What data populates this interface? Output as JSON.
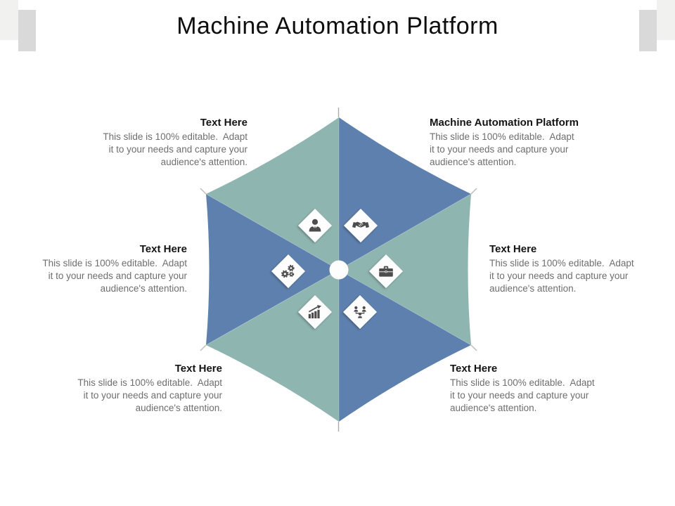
{
  "slide": {
    "title": "Machine Automation Platform"
  },
  "colors": {
    "teal": "#8FB5B1",
    "blue": "#5E80AE",
    "icon": "#4D4D4D",
    "diamond": "#FDFDFD",
    "hub": "#FDFDFD",
    "deco_light": "#F1F1EF",
    "deco_gray": "#D9D9D9",
    "hairline": "#ABABAB",
    "title_text": "#141414",
    "body_text": "#6E6E6E"
  },
  "icons": [
    {
      "name": "user-icon"
    },
    {
      "name": "handshake-icon"
    },
    {
      "name": "gears-icon"
    },
    {
      "name": "briefcase-icon"
    },
    {
      "name": "growth-chart-icon"
    },
    {
      "name": "team-icon"
    }
  ],
  "blocks": [
    {
      "position": "top-left",
      "title": "Text Here",
      "lines": [
        "This slide is 100% editable.  Adapt",
        "it to your needs and capture your",
        "audience's attention."
      ]
    },
    {
      "position": "top-right",
      "title": "Machine Automation Platform",
      "lines": [
        "This slide is 100% editable.  Adapt",
        "it to your needs and capture your",
        "audience's attention."
      ]
    },
    {
      "position": "middle-left",
      "title": "Text Here",
      "lines": [
        "This slide is 100% editable.  Adapt",
        "it to your needs and capture your",
        "audience's attention."
      ]
    },
    {
      "position": "middle-right",
      "title": "Text Here",
      "lines": [
        "This slide is 100% editable.  Adapt",
        "it to your needs and capture your",
        "audience's attention."
      ]
    },
    {
      "position": "bottom-left",
      "title": "Text Here",
      "lines": [
        "This slide is 100% editable.  Adapt",
        "it to your needs and capture your",
        "audience's attention."
      ]
    },
    {
      "position": "bottom-right",
      "title": "Text Here",
      "lines": [
        "This slide is 100% editable.  Adapt",
        "it to your needs and capture your",
        "audience's attention."
      ]
    }
  ]
}
